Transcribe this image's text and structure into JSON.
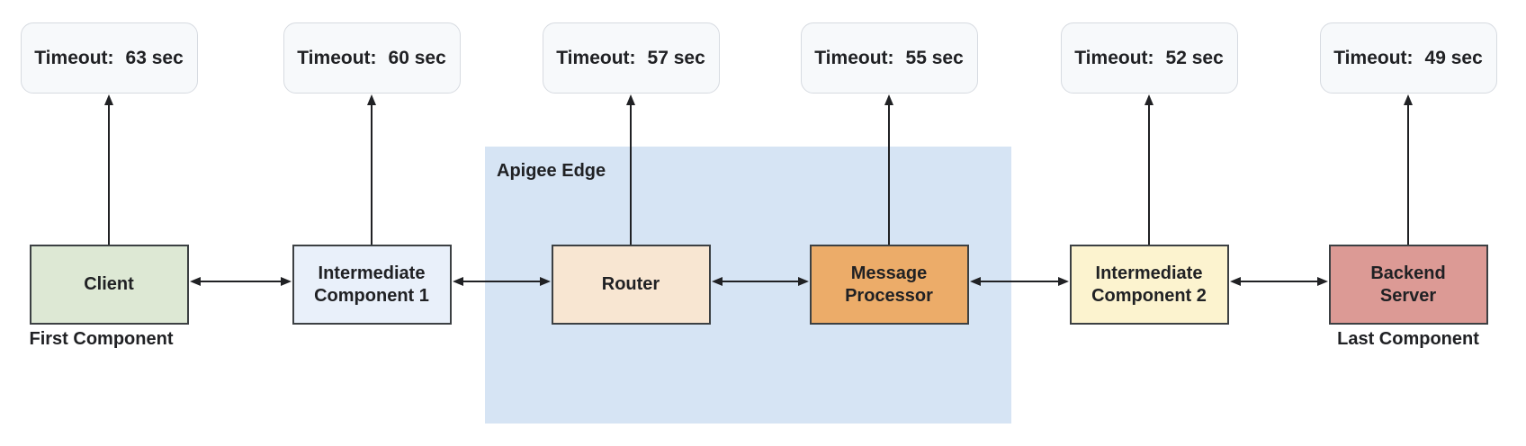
{
  "apigee_container": {
    "label": "Apigee Edge",
    "fill": "#d6e4f4"
  },
  "components": [
    {
      "id": "client",
      "label": "Client",
      "caption": "First Component",
      "fill": "#dde8d4",
      "timeout": {
        "label": "Timeout:",
        "value": "63 sec"
      }
    },
    {
      "id": "intermediate-component-1",
      "label": "Intermediate\nComponent 1",
      "fill": "#e9f0fa",
      "timeout": {
        "label": "Timeout:",
        "value": "60 sec"
      }
    },
    {
      "id": "router",
      "label": "Router",
      "fill": "#f8e6d2",
      "timeout": {
        "label": "Timeout:",
        "value": "57 sec"
      }
    },
    {
      "id": "message-processor",
      "label": "Message\nProcessor",
      "fill": "#ecac69",
      "timeout": {
        "label": "Timeout:",
        "value": "55 sec"
      }
    },
    {
      "id": "intermediate-component-2",
      "label": "Intermediate\nComponent 2",
      "fill": "#fcf3cf",
      "timeout": {
        "label": "Timeout:",
        "value": "52 sec"
      }
    },
    {
      "id": "backend-server",
      "label": "Backend\nServer",
      "caption": "Last Component",
      "fill": "#dc9a95",
      "timeout": {
        "label": "Timeout:",
        "value": "49 sec"
      }
    }
  ],
  "colors": {
    "box_border": "#3c4043",
    "bubble_fill": "#f7f9fb",
    "bubble_border": "#d7dbe1",
    "arrow": "#202124",
    "text": "#202124"
  }
}
